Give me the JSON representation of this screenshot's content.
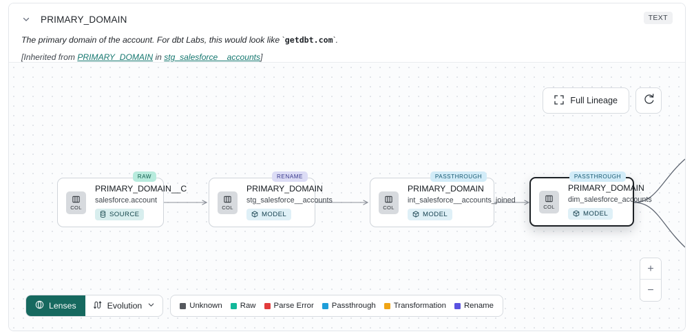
{
  "header": {
    "column_name": "PRIMARY_DOMAIN",
    "type_badge": "TEXT",
    "chevron_icon": "chevron-down-icon",
    "description_pre": "The primary domain of the account. For dbt Labs, this would look like `",
    "description_code": "getdbt.com",
    "description_post": "`.",
    "inherited_prefix": "[Inherited from ",
    "inherited_link_column": "PRIMARY_DOMAIN",
    "inherited_middle": " in ",
    "inherited_link_model": "stg_salesforce__accounts",
    "inherited_suffix": "]"
  },
  "controls": {
    "full_lineage_label": "Full Lineage",
    "full_lineage_icon": "expand-icon",
    "refresh_icon": "refresh-icon",
    "zoom_in_label": "+",
    "zoom_out_label": "−"
  },
  "nodes": [
    {
      "name": "PRIMARY_DOMAIN__C",
      "source": "salesforce.account",
      "entity_type": "SOURCE",
      "entity_icon": "database-icon",
      "kind": "RAW",
      "kind_bg": "#b8ebdd",
      "kind_color": "#0f5c4c",
      "col_label": "COL",
      "selected": false
    },
    {
      "name": "PRIMARY_DOMAIN",
      "source": "stg_salesforce__accounts",
      "entity_type": "MODEL",
      "entity_icon": "cube-icon",
      "kind": "RENAME",
      "kind_bg": "#dcdcf5",
      "kind_color": "#3a3a8c",
      "col_label": "COL",
      "selected": false
    },
    {
      "name": "PRIMARY_DOMAIN",
      "source": "int_salesforce__accounts_joined",
      "entity_type": "MODEL",
      "entity_icon": "cube-icon",
      "kind": "PASSTHROUGH",
      "kind_bg": "#d2ecf8",
      "kind_color": "#14566e",
      "col_label": "COL",
      "selected": false
    },
    {
      "name": "PRIMARY_DOMAIN",
      "source": "dim_salesforce_accounts",
      "entity_type": "MODEL",
      "entity_icon": "cube-icon",
      "kind": "PASSTHROUGH",
      "kind_bg": "#d2ecf8",
      "kind_color": "#14566e",
      "col_label": "COL",
      "selected": true
    }
  ],
  "toolbar": {
    "lenses_label": "Lenses",
    "lenses_icon": "lens-icon",
    "evolution_label": "Evolution",
    "evolution_icon": "evolution-icon",
    "evolution_chevron": "chevron-down-icon"
  },
  "legend": [
    {
      "label": "Unknown",
      "color": "#56595e"
    },
    {
      "label": "Raw",
      "color": "#13b89a"
    },
    {
      "label": "Parse Error",
      "color": "#e23c3c"
    },
    {
      "label": "Passthrough",
      "color": "#1f9ed9"
    },
    {
      "label": "Transformation",
      "color": "#f0a515"
    },
    {
      "label": "Rename",
      "color": "#5a52e0"
    }
  ]
}
